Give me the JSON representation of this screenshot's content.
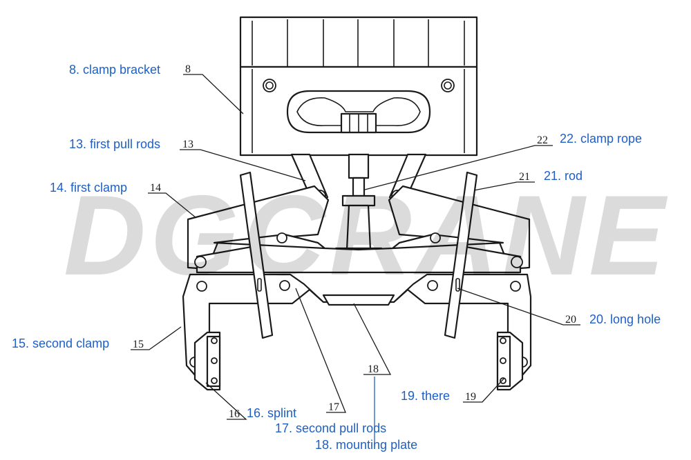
{
  "watermark": "DGCRANE",
  "parts": [
    {
      "num": "8",
      "label": "8. clamp bracket"
    },
    {
      "num": "13",
      "label": "13. first pull rods"
    },
    {
      "num": "14",
      "label": "14. first clamp"
    },
    {
      "num": "15",
      "label": "15. second clamp"
    },
    {
      "num": "16",
      "label": "16. splint"
    },
    {
      "num": "17",
      "label": "17. second pull rods"
    },
    {
      "num": "18",
      "label": "18. mounting plate"
    },
    {
      "num": "19",
      "label": "19. there"
    },
    {
      "num": "20",
      "label": "20. long hole"
    },
    {
      "num": "21",
      "label": "21. rod"
    },
    {
      "num": "22",
      "label": "22. clamp rope"
    }
  ],
  "colors": {
    "label": "#1e5fc4",
    "line": "#1a1a1a",
    "watermark": "#bdbdbd"
  }
}
